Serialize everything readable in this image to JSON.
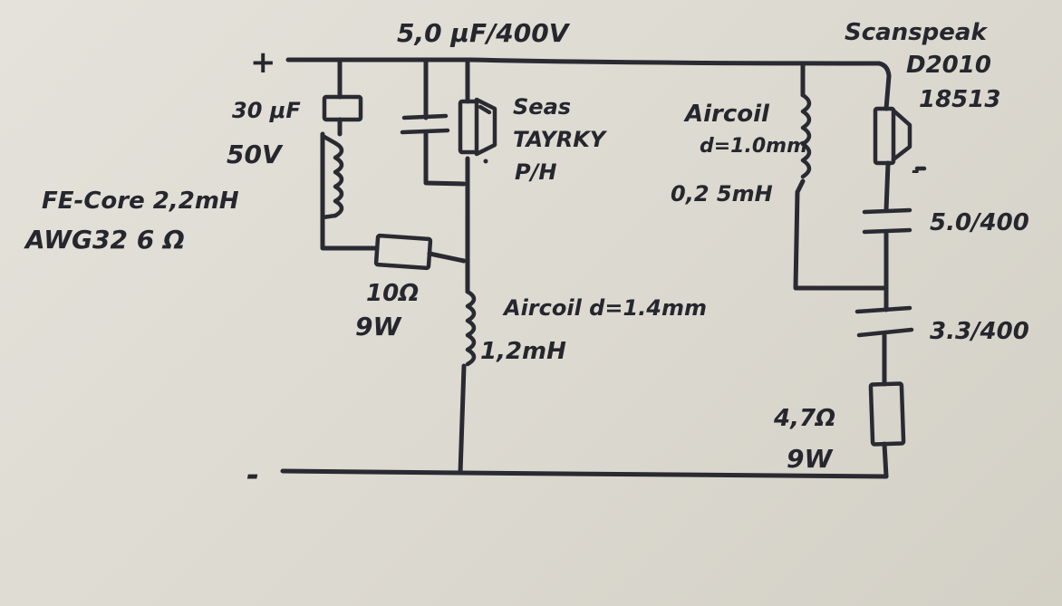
{
  "labels": {
    "plus": "+",
    "minus": "-",
    "cap_top": "5,0 μF/400V",
    "cap_left_value": "30 μF",
    "cap_left_voltage": "50V",
    "inductor_left_1": "FE-Core 2,2mH",
    "inductor_left_2": "AWG32 6 Ω",
    "resistor_left_1": "10Ω",
    "resistor_left_2": "9W",
    "tweeter_1": "Seas",
    "tweeter_2": "TAYRKY",
    "tweeter_3": "P/H",
    "coil_mid_1": "Aircoil d=1.4mm",
    "coil_mid_2": "1,2mH",
    "coil_right_1": "Aircoil",
    "coil_right_2": "d=1.0mm",
    "coil_right_3": "0,2 5mH",
    "woofer_1": "Scanspeak",
    "woofer_2": "D2010",
    "woofer_3": "18513",
    "woofer_minus": "-",
    "cap_right_1": "5.0/400",
    "cap_right_2": "3.3/400",
    "resistor_right_1": "4,7Ω",
    "resistor_right_2": "9W"
  }
}
